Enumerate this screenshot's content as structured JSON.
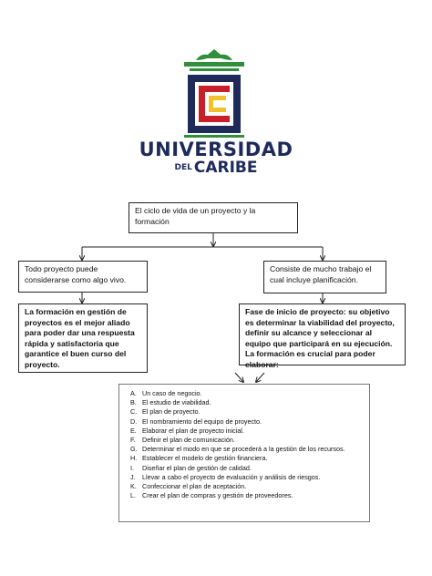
{
  "logo": {
    "name_line1": "UNIVERSIDAD",
    "name_line2_small": "DEL",
    "name_line2": "CARIBE",
    "colors": {
      "navy": "#1d2a5a",
      "green": "#2f8f3a",
      "red": "#c8202a",
      "yellow": "#f2c12e"
    }
  },
  "diagram": {
    "root": "El ciclo de vida de un proyecto y la formación",
    "left_mid": "Todo proyecto puede considerarse como algo vivo.",
    "right_mid": "Consiste de mucho trabajo el cual incluye planificación.",
    "left_leaf": "La formación en gestión de proyectos es el mejor aliado para poder dar una respuesta rápida y satisfactoria que garantice el buen curso del proyecto.",
    "right_leaf": "Fase de inicio de proyecto: su objetivo es determinar la viabilidad del proyecto, definir su alcance y seleccionar al equipo que participará en su ejecución. La formación es crucial para poder elaborar:",
    "list": [
      {
        "letter": "A.",
        "text": "Un caso de negocio."
      },
      {
        "letter": "B.",
        "text": "El estudio de viabilidad."
      },
      {
        "letter": "C.",
        "text": "El plan de proyecto."
      },
      {
        "letter": "D.",
        "text": "El nombramiento del equipo de proyecto."
      },
      {
        "letter": "E.",
        "text": "Elaborar el plan de proyecto inicial."
      },
      {
        "letter": "F.",
        "text": "Definir el plan de comunicación."
      },
      {
        "letter": "G.",
        "text": "Determinar el modo en que se procederá a la gestión de los recursos."
      },
      {
        "letter": "H.",
        "text": "Establecer el modelo de gestión financiera."
      },
      {
        "letter": "I.",
        "text": "Diseñar el plan de gestión de calidad."
      },
      {
        "letter": "J.",
        "text": "Llevar a cabo el proyecto de evaluación y análisis de riesgos."
      },
      {
        "letter": "K.",
        "text": "Confeccionar el plan de aceptación."
      },
      {
        "letter": "L.",
        "text": "Crear el plan de compras y gestión de proveedores."
      }
    ]
  }
}
